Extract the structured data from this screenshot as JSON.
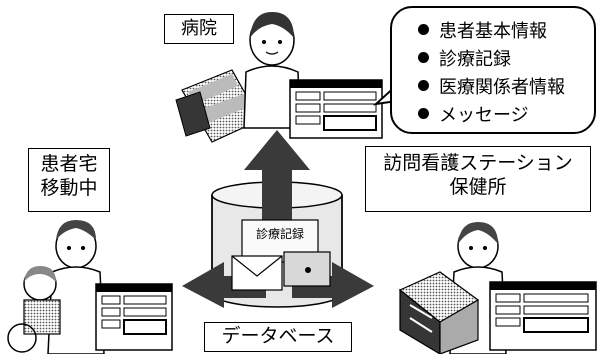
{
  "locations": {
    "hospital": "病院",
    "home_line1": "患者宅",
    "home_line2": "移動中",
    "visit_line1": "訪問看護ステーション",
    "visit_line2": "保健所",
    "database": "データベース"
  },
  "info_items": [
    "患者基本情報",
    "診療記録",
    "医療関係者情報",
    "メッセージ"
  ],
  "db_contents": {
    "record_label": "診療記録"
  }
}
